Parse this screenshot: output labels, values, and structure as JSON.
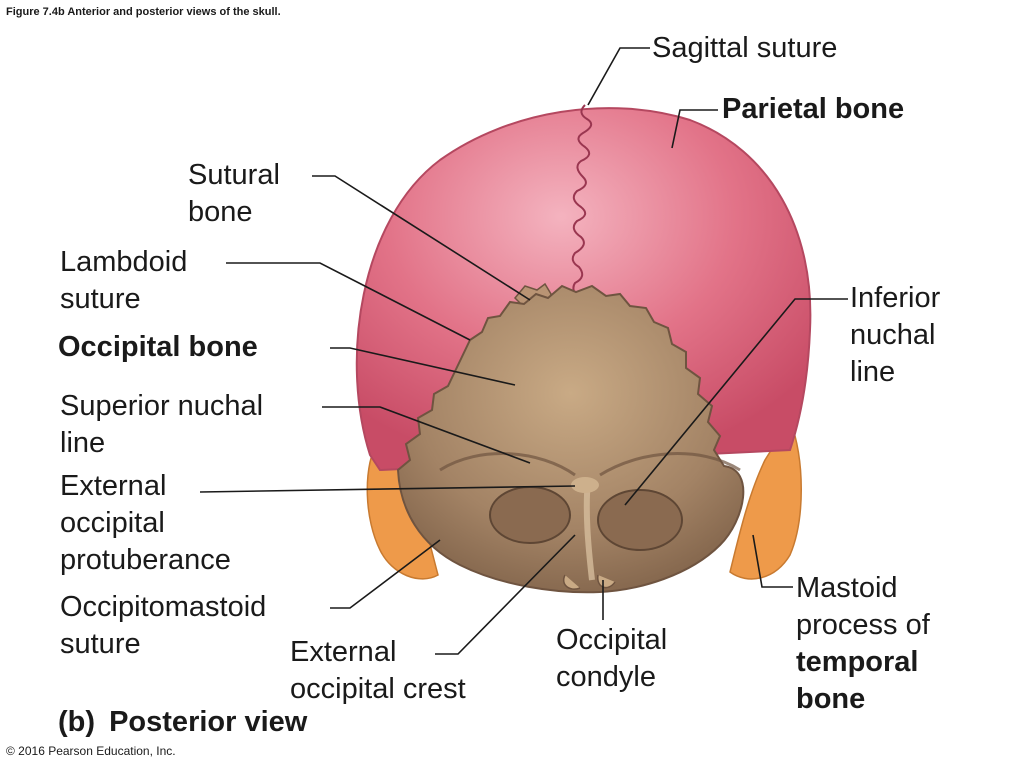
{
  "figure": {
    "caption": "Figure 7.4b Anterior and posterior views of the skull.",
    "view_letter": "(b)",
    "view_title": "Posterior view",
    "copyright": "© 2016 Pearson Education, Inc."
  },
  "labels": {
    "sagittal_suture": "Sagittal suture",
    "parietal_bone": "Parietal bone",
    "sutural_bone": [
      "Sutural",
      "bone"
    ],
    "lambdoid_suture": [
      "Lambdoid",
      "suture"
    ],
    "occipital_bone": "Occipital bone",
    "superior_nuchal_line": [
      "Superior nuchal",
      "line"
    ],
    "external_occipital_protuberance": [
      "External",
      "occipital",
      "protuberance"
    ],
    "occipitomastoid_suture": [
      "Occipitomastoid",
      "suture"
    ],
    "external_occipital_crest": [
      "External",
      "occipital crest"
    ],
    "occipital_condyle": [
      "Occipital",
      "condyle"
    ],
    "inferior_nuchal_line": [
      "Inferior",
      "nuchal",
      "line"
    ],
    "mastoid_process": [
      "Mastoid",
      "process of",
      "temporal",
      "bone"
    ]
  },
  "colors": {
    "parietal": "#e06a82",
    "parietal_highlight": "#f2a9b6",
    "occipital": "#a48465",
    "occipital_dark": "#6f5440",
    "temporal": "#ee9a4a",
    "leader_line": "#1a1a1a"
  }
}
